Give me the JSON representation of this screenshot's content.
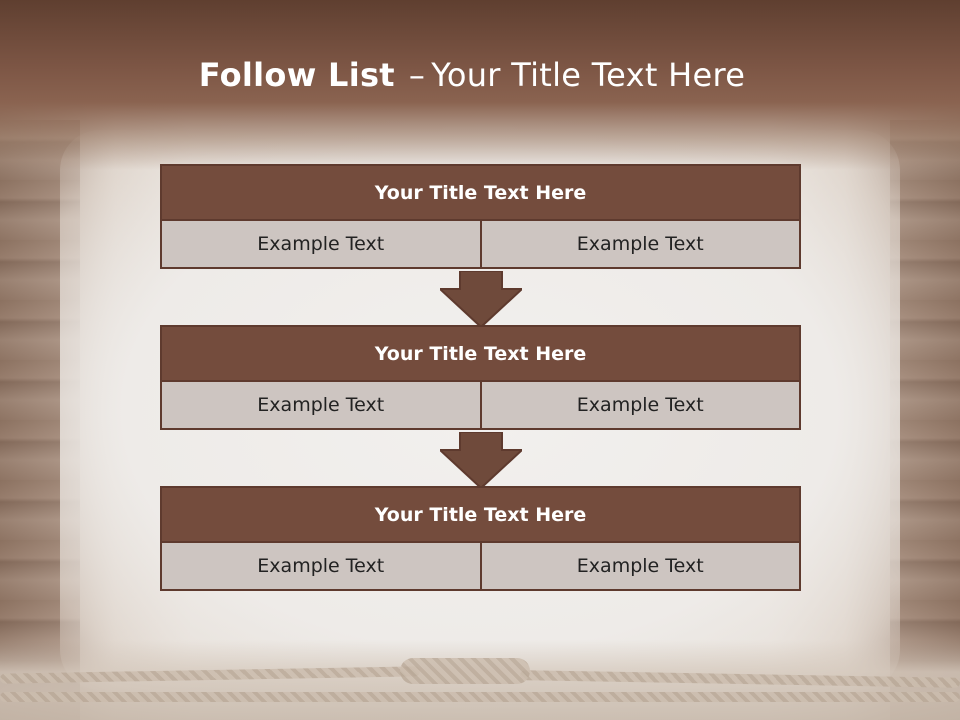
{
  "slide": {
    "title_bold": "Follow List",
    "title_dash": "–",
    "title_rest": "Your Title Text Here"
  },
  "boxes": [
    {
      "title": "Your Title Text Here",
      "left": "Example Text",
      "right": "Example Text"
    },
    {
      "title": "Your Title Text Here",
      "left": "Example Text",
      "right": "Example Text"
    },
    {
      "title": "Your Title Text Here",
      "left": "Example Text",
      "right": "Example Text"
    }
  ],
  "colors": {
    "header_band": "#744c3d",
    "box_border": "#5e3a2e",
    "box_cell": "#cdc5c1",
    "arrow": "#6f4a3b"
  }
}
